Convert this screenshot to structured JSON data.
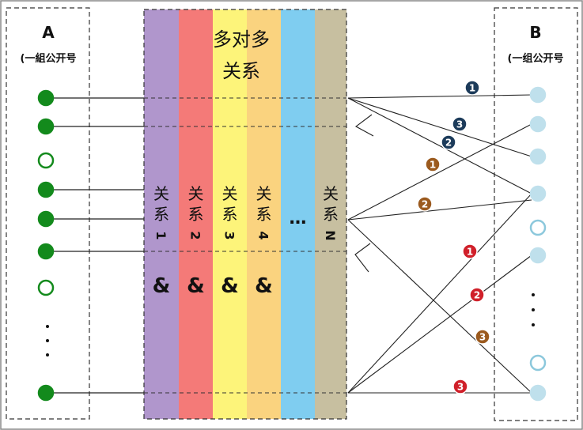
{
  "group_a": {
    "label": "A",
    "sublabel": "(一組公开号",
    "ellipsis": "·\n·\n·"
  },
  "group_b": {
    "label": "B",
    "sublabel": "(一组公开号",
    "ellipsis": "·\n·\n·"
  },
  "center_title": [
    "多对多",
    "关系"
  ],
  "relations": [
    {
      "label": "关系1",
      "color": "#b096cc",
      "amp": "&"
    },
    {
      "label": "关系2",
      "color": "#f47a78",
      "amp": "&"
    },
    {
      "label": "关系3",
      "color": "#fdf47a",
      "amp": "&"
    },
    {
      "label": "关系4",
      "color": "#fad37f",
      "amp": "&"
    },
    {
      "label": "…",
      "color": "#7fcdf0",
      "amp": ""
    },
    {
      "label": "关系N",
      "color": "#c7bfa0",
      "amp": ""
    }
  ],
  "badges": [
    {
      "text": "1",
      "color": "#1c3b5a"
    },
    {
      "text": "3",
      "color": "#1c3b5a"
    },
    {
      "text": "2",
      "color": "#1c3b5a"
    },
    {
      "text": "1",
      "color": "#9b5a1e"
    },
    {
      "text": "2",
      "color": "#9b5a1e"
    },
    {
      "text": "1",
      "color": "#d0202a"
    },
    {
      "text": "2",
      "color": "#d0202a"
    },
    {
      "text": "3",
      "color": "#9b5a1e"
    },
    {
      "text": "3",
      "color": "#d0202a"
    }
  ],
  "colors": {
    "a_node": "#138a1c",
    "b_node": "#bfe0ec",
    "b_node_ring": "#8cc8dc"
  }
}
